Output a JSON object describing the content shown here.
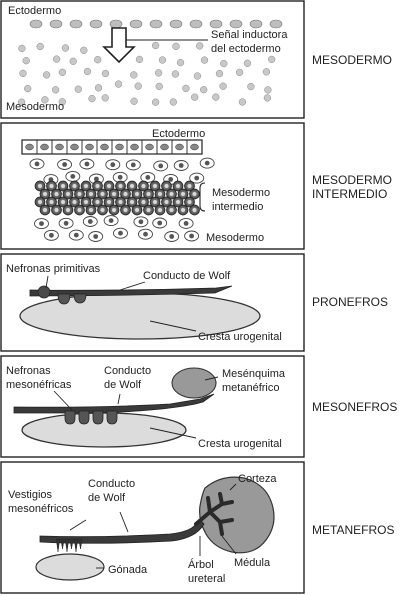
{
  "panels": [
    {
      "stage_label": "MESODERMO",
      "labels": {
        "ectoderm": "Ectodermo",
        "signal_line1": "Señal inductora",
        "signal_line2": "del ectodermo",
        "mesoderm": "Mesodermo"
      }
    },
    {
      "stage_label_line1": "MESODERMO",
      "stage_label_line2": "INTERMEDIO",
      "labels": {
        "ectoderm": "Ectodermo",
        "intermediate_line1": "Mesodermo",
        "intermediate_line2": "intermedio",
        "mesoderm": "Mesodermo"
      }
    },
    {
      "stage_label": "PRONEFROS",
      "labels": {
        "primitive_nephrons": "Nefronas primitivas",
        "wolffian_duct": "Conducto de Wolf",
        "urogenital_ridge": "Cresta urogenital"
      }
    },
    {
      "stage_label": "MESONEFROS",
      "labels": {
        "nephrons_line1": "Nefronas",
        "nephrons_line2": "mesonéfricas",
        "duct_line1": "Conducto",
        "duct_line2": "de Wolf",
        "mesenchyme_line1": "Mesénquima",
        "mesenchyme_line2": "metanéfrico",
        "urogenital_ridge": "Cresta urogenital"
      }
    },
    {
      "stage_label": "METANEFROS",
      "labels": {
        "vestiges_line1": "Vestigios",
        "vestiges_line2": "mesonéfricos",
        "duct_line1": "Conducto",
        "duct_line2": "de Wolf",
        "cortex": "Corteza",
        "gonad": "Gónada",
        "ureteric_line1": "Árbol",
        "ureteric_line2": "ureteral",
        "medulla": "Médula"
      }
    }
  ]
}
